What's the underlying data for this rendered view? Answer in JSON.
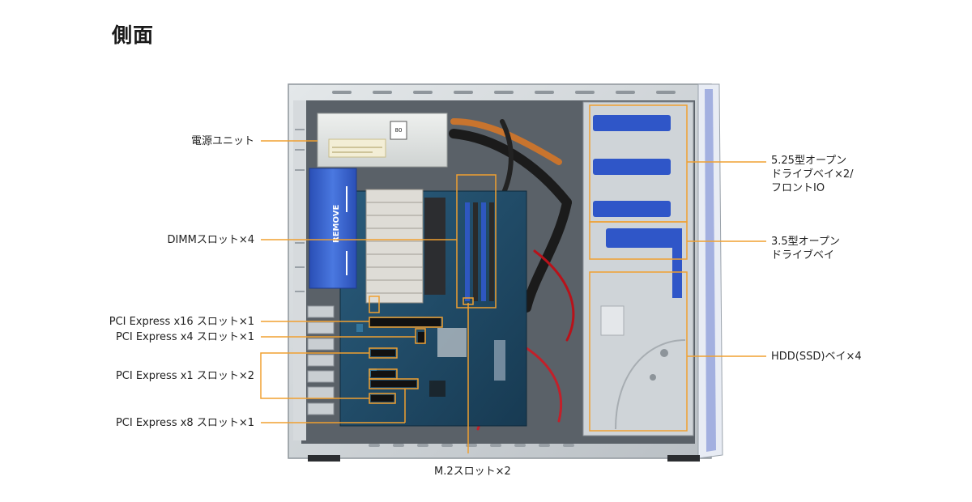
{
  "title": "側面",
  "labels": {
    "psu": "電源ユニット",
    "dimm": "DIMMスロット×4",
    "pcie16": "PCI Express x16 スロット×1",
    "pcie4": "PCI Express x4 スロット×1",
    "pcie1": "PCI Express x1 スロット×2",
    "pcie8": "PCI Express x8 スロット×1",
    "m2": "M.2スロット×2",
    "bay525": [
      "5.25型オープン",
      "ドライブベイ×2/",
      "フロントIO"
    ],
    "bay35": [
      "3.5型オープン",
      "ドライブベイ"
    ],
    "hdd": "HDD(SSD)ベイ×4"
  },
  "sticker_text": {
    "remove": "REMOVE",
    "psu_badge": "80"
  },
  "colors": {
    "leader": "#f0a030",
    "chassis": "#c9ced2",
    "board": "#1f4a66",
    "bay_blue": "#2f56c8"
  }
}
